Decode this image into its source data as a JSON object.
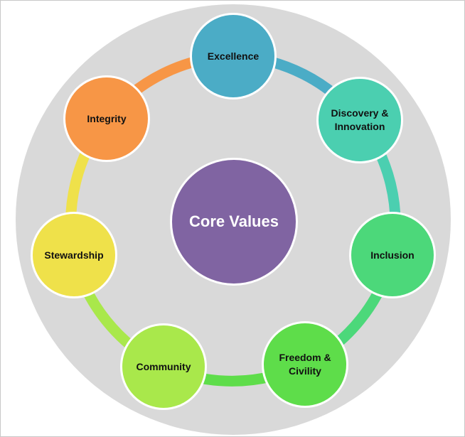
{
  "title": "Core Values",
  "nodes": [
    {
      "label": "Excellence",
      "color": "#4BACC6"
    },
    {
      "label": "Discovery & Innovation",
      "color": "#4BCFB0"
    },
    {
      "label": "Inclusion",
      "color": "#4CD87A"
    },
    {
      "label": "Freedom & Civility",
      "color": "#5EDD4A"
    },
    {
      "label": "Community",
      "color": "#A9E84B"
    },
    {
      "label": "Stewardship",
      "color": "#EFE14A"
    },
    {
      "label": "Integrity",
      "color": "#F79646"
    }
  ],
  "center_color": "#8064A2",
  "background_color": "#D9D9D9"
}
